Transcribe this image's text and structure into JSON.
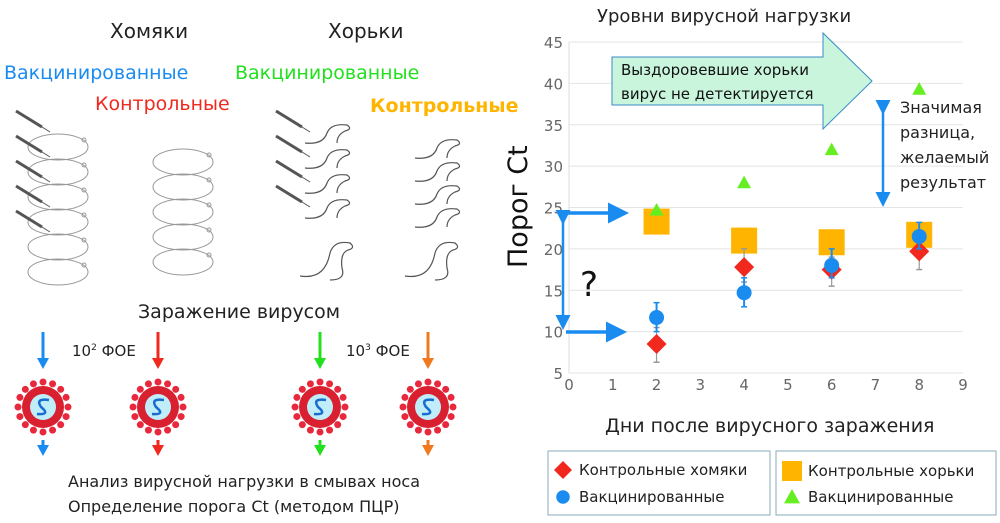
{
  "left": {
    "hamsters_title": "Хомяки",
    "hamsters_vaccinated": "Вакцинированные",
    "hamsters_control": "Контрольные",
    "ferrets_title": "Хорьки",
    "ferrets_vaccinated": "Вакцинированные",
    "ferrets_control": "Контрольные",
    "infection_title": "Заражение вирусом",
    "dose_hamsters_base": "10",
    "dose_hamsters_exp": "2",
    "dose_hamsters_unit": "ФОЕ",
    "dose_ferrets_base": "10",
    "dose_ferrets_exp": "3",
    "dose_ferrets_unit": "ФОЕ",
    "analysis_line1": "Анализ вирусной нагрузки в смывах носа",
    "analysis_line2": "Определение порога Ct (методом ПЦР)"
  },
  "colors": {
    "blue": "#1a8cf0",
    "red": "#f0281e",
    "green": "#22e01e",
    "orange": "#f0781e",
    "orange_text": "#ffb400",
    "square": "#ffb400",
    "triangle": "#66ee22",
    "callout_fill": "#c8f5dc",
    "callout_stroke": "#3a8cc8"
  },
  "chart_data": {
    "type": "scatter",
    "title": "Уровни вирусной нагрузки",
    "xlabel": "Дни после вирусного заражения",
    "ylabel": "Порог Ct",
    "xlim": [
      0,
      9
    ],
    "ylim": [
      5,
      45
    ],
    "xticks": [
      "0",
      "1",
      "2",
      "3",
      "4",
      "5",
      "6",
      "7",
      "8",
      "9"
    ],
    "yticks": [
      "5",
      "10",
      "15",
      "20",
      "25",
      "30",
      "35",
      "40",
      "45"
    ],
    "grid": true,
    "series": [
      {
        "name": "Контрольные хомяки",
        "marker": "diamond",
        "color": "#f0281e",
        "x": [
          2,
          4,
          6,
          8
        ],
        "y": [
          8.5,
          17.8,
          17.5,
          19.7
        ],
        "err_low": [
          6.3,
          16,
          15.5,
          17.5
        ],
        "err_high": [
          10.5,
          20,
          19,
          21.5
        ]
      },
      {
        "name": "Вакцинированные",
        "marker": "circle",
        "color": "#1a8cf0",
        "x": [
          2,
          4,
          6,
          8
        ],
        "y": [
          11.7,
          14.7,
          18,
          21.5
        ],
        "err_low": [
          10,
          13,
          16.5,
          20
        ],
        "err_high": [
          13.5,
          16.5,
          20,
          23.2
        ]
      },
      {
        "name": "Контрольные хорьки",
        "marker": "square",
        "color": "#ffb400",
        "x": [
          2,
          4,
          6,
          8
        ],
        "y": [
          23.3,
          21,
          20.8,
          21.7
        ]
      },
      {
        "name": "Вакцинированные",
        "marker": "triangle",
        "color": "#66ee22",
        "x": [
          2,
          4,
          6,
          8
        ],
        "y": [
          24.7,
          28,
          32,
          39.3
        ]
      }
    ],
    "annotations": {
      "callout_line1": "Выздоровевшие хорьки",
      "callout_line2": "вирус не детектируется",
      "significant_1": "Значимая",
      "significant_2": "разница,",
      "significant_3": "желаемый",
      "significant_4": "результат",
      "question": "?"
    },
    "legend_placement": "bottom"
  }
}
